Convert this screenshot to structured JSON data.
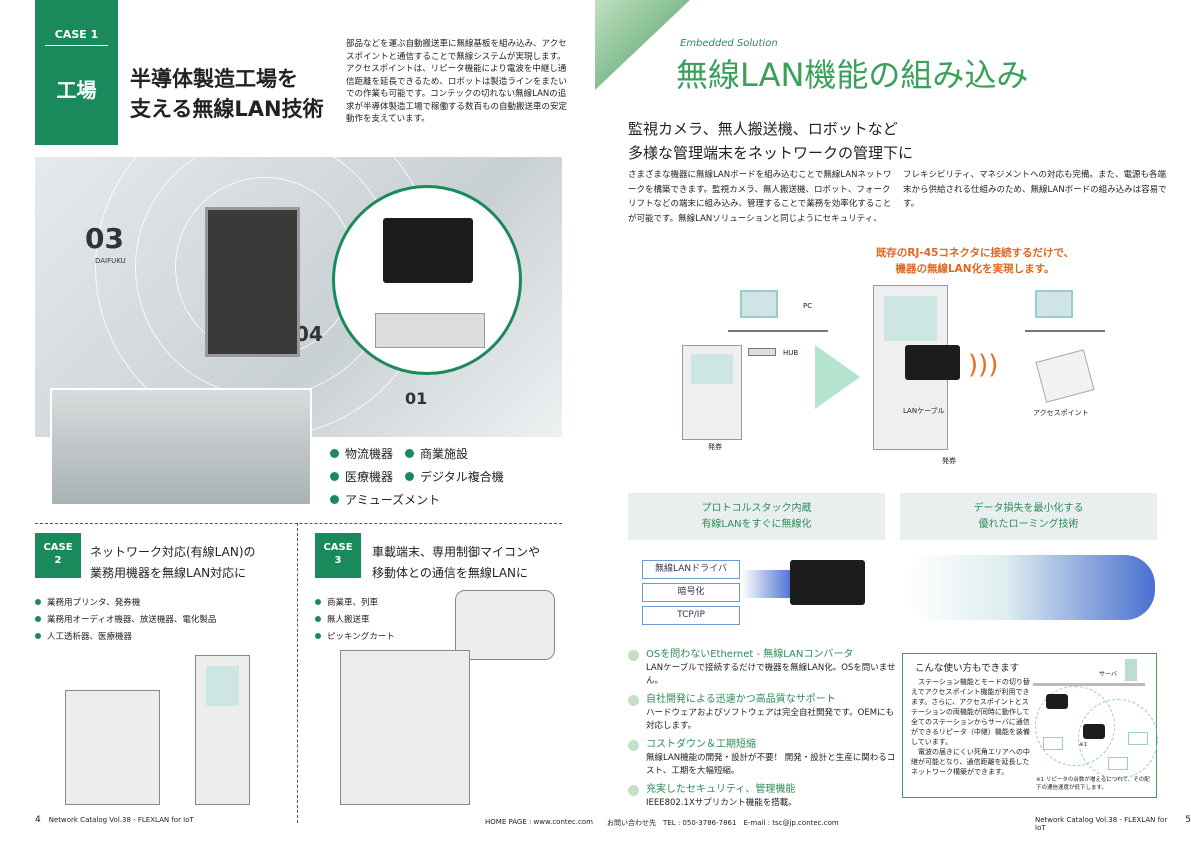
{
  "left": {
    "case1": {
      "label": "CASE 1",
      "tag": "工場",
      "title_l1": "半導体製造工場を",
      "title_l2": "支える無線LAN技術",
      "body": "部品などを運ぶ自動搬送車に無線基板を組み込み、アクセスポイントと通信することで無線システムが実現します。アクセスポイントは、リピータ機能により電波を中継し通信距離を延長できるため、ロボットは製造ラインをまたいでの作業も可能です。コンテックの切れない無線LANの追求が半導体製造工場で稼働する数百もの自動搬送車の安定動作を支えています。",
      "photo_labels": [
        "03",
        "04",
        "01",
        "DAIFUKU"
      ],
      "apps": [
        "物流機器",
        "商業施設",
        "医療機器",
        "デジタル複合機",
        "アミューズメント"
      ]
    },
    "case2": {
      "label": "CASE",
      "num": "2",
      "title_l1": "ネットワーク対応(有線LAN)の",
      "title_l2": "業務用機器を無線LAN対応に",
      "items": [
        "業務用プリンタ、発券機",
        "業務用オーディオ機器、放送機器、電化製品",
        "人工透析器、医療機器"
      ]
    },
    "case3": {
      "label": "CASE",
      "num": "3",
      "title_l1": "車載端末、専用制御マイコンや",
      "title_l2": "移動体との通信を無線LANに",
      "items": [
        "商業車、列車",
        "無人搬送車",
        "ピッキングカート"
      ]
    },
    "footer": {
      "page": "4",
      "catalog": "Network Catalog Vol.38 - FLEXLAN for IoT",
      "homepage": "HOME PAGE : www.contec.com"
    }
  },
  "right": {
    "header": {
      "sub": "Embedded Solution",
      "title": "無線LAN機能の組み込み"
    },
    "headline_l1": "監視カメラ、無人搬送機、ロボットなど",
    "headline_l2": "多様な管理端末をネットワークの管理下に",
    "body_col1": "さまざまな機器に無線LANボードを組み込むことで無線LANネットワークを構築できます。監視カメラ、無人搬送機、ロボット、フォークリフトなどの端末に組み込み、管理することで業務を効率化することが可能です。無線LANソリューションと同じようにセキュリティ、",
    "body_col2": "フレキシビリティ、マネジメントへの対応も完備。また、電源も各端末から供給される仕組みのため、無線LANボードの組み込みは容易です。",
    "diagram": {
      "caption_l1": "既存のRJ-45コネクタに接続するだけで、",
      "caption_l2": "機器の無線LAN化を実現します。",
      "pc": "PC",
      "hub": "HUB",
      "machine1": "発券",
      "machine2": "発券",
      "cable": "LANケーブル",
      "ap": "アクセスポイント"
    },
    "panel1": {
      "title_l1": "プロトコルスタック内蔵",
      "title_l2": "有線LANをすぐに無線化",
      "stack": [
        "無線LANドライバ",
        "暗号化",
        "TCP/IP"
      ]
    },
    "panel2": {
      "title_l1": "データ損失を最小化する",
      "title_l2": "優れたローミング技術"
    },
    "features": [
      {
        "title": "OSを問わないEthernet - 無線LANコンバータ",
        "desc": "LANケーブルで接続するだけで機器を無線LAN化。OSを問いません。"
      },
      {
        "title": "自社開発による迅速かつ高品質なサポート",
        "desc": "ハードウェアおよびソフトウェアは完全自社開発です。OEMにも対応します。"
      },
      {
        "title": "コストダウン＆工期短縮",
        "desc": "無線LAN機能の開発・設計が不要！ 開発・設計と生産に関わるコスト、工期を大幅短縮。"
      },
      {
        "title": "充実したセキュリティ、管理機能",
        "desc": "IEEE802.1Xサプリカント機能を搭載。"
      }
    ],
    "usage": {
      "title": "こんな使い方もできます",
      "body": "　ステーション機能とモードの切り替えでアクセスポイント機能が利用できます。さらに、アクセスポイントとステーションの両機能が同時に動作して全てのステーションからサーバに通信ができるリピータ（中継）機能を装備しています。\n　電波の届きにくい死角エリアへの中継が可能となり、通信距離を延長したネットワーク構築ができます。",
      "server": "サーバ",
      "mark": "※1",
      "note": "※1 リピータの台数が増えるにつれて、その配下の通信速度が低下します。"
    },
    "footer": {
      "contact": "お問い合わせ先　TEL : 050-3786-7861　E-mail : tsc@jp.contec.com",
      "catalog": "Network Catalog Vol.38 - FLEXLAN for IoT",
      "page": "5"
    }
  }
}
